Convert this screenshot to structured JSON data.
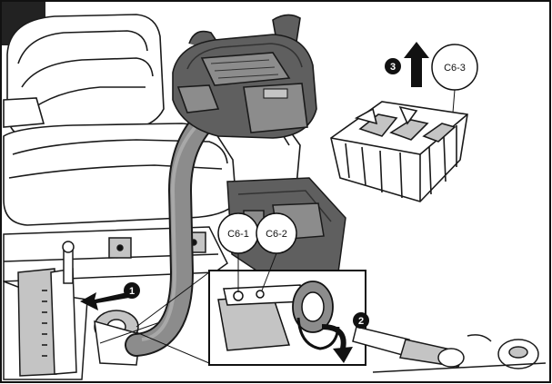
{
  "callouts": {
    "c6_1": "C6-1",
    "c6_2": "C6-2",
    "c6_3": "C6-3"
  },
  "steps": {
    "step1": "1",
    "step2": "2",
    "step3": "3"
  },
  "colors": {
    "line": "#1a1a1a",
    "grey_dark": "#5f5f5f",
    "grey_mid": "#8c8c8c",
    "grey_light": "#c4c4c4",
    "corner_tab": "#222222",
    "frame": "#111111"
  }
}
